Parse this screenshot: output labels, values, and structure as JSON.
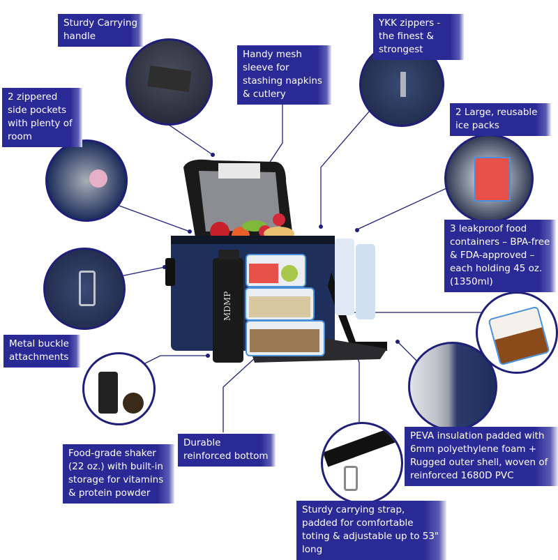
{
  "title": "Lunch bag features infographic",
  "brand_text": "MDMP",
  "colors": {
    "label_bg": "#2a2a96",
    "label_text": "#ffffff",
    "leader_line": "#1f1f7a",
    "bag_navy": "#1e2f5c"
  },
  "features": [
    {
      "id": "handle",
      "text": "Sturdy Carrying handle"
    },
    {
      "id": "side-pockets",
      "text": "2 zippered side pockets with plenty of room"
    },
    {
      "id": "mesh-sleeve",
      "text": "Handy mesh sleeve for stashing napkins & cutlery"
    },
    {
      "id": "ykk-zippers",
      "text": "YKK zippers - the finest & strongest"
    },
    {
      "id": "ice-packs",
      "text": "2 Large, reusable ice packs"
    },
    {
      "id": "food-containers",
      "text": "3 leakproof food containers – BPA-free & FDA-approved – each holding 45 oz. (1350ml)"
    },
    {
      "id": "metal-buckle",
      "text": "Metal buckle attachments"
    },
    {
      "id": "shaker",
      "text": "Food-grade shaker (22 oz.) with built-in storage for vitamins & protein powder"
    },
    {
      "id": "reinforced-bottom",
      "text": "Durable reinforced bottom"
    },
    {
      "id": "peva-insulation",
      "text": "PEVA insulation padded with 6mm polyethylene foam + Rugged outer shell, woven of reinforced 1680D PVC"
    },
    {
      "id": "strap",
      "text": "Sturdy carrying strap, padded for comfortable toting & adjustable up to 53\" long"
    }
  ]
}
